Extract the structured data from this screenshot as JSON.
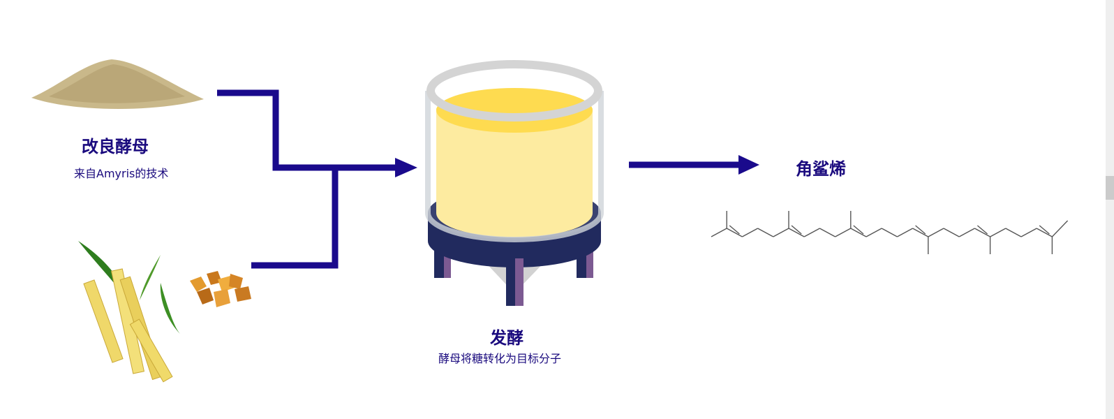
{
  "yeast": {
    "title": "改良酵母",
    "subtitle": "来自Amyris的技术"
  },
  "fermentation": {
    "title": "发酵",
    "subtitle": "酵母将糖转化为目标分子"
  },
  "product": {
    "title": "角鲨烯"
  },
  "colors": {
    "arrow": "#1a0a8c",
    "text": "#1a0a7e",
    "tank_base": "#212a5e",
    "liquid": "#fdeba0",
    "liquid_top": "#fedb50",
    "leg_side": "#7c5a92"
  }
}
